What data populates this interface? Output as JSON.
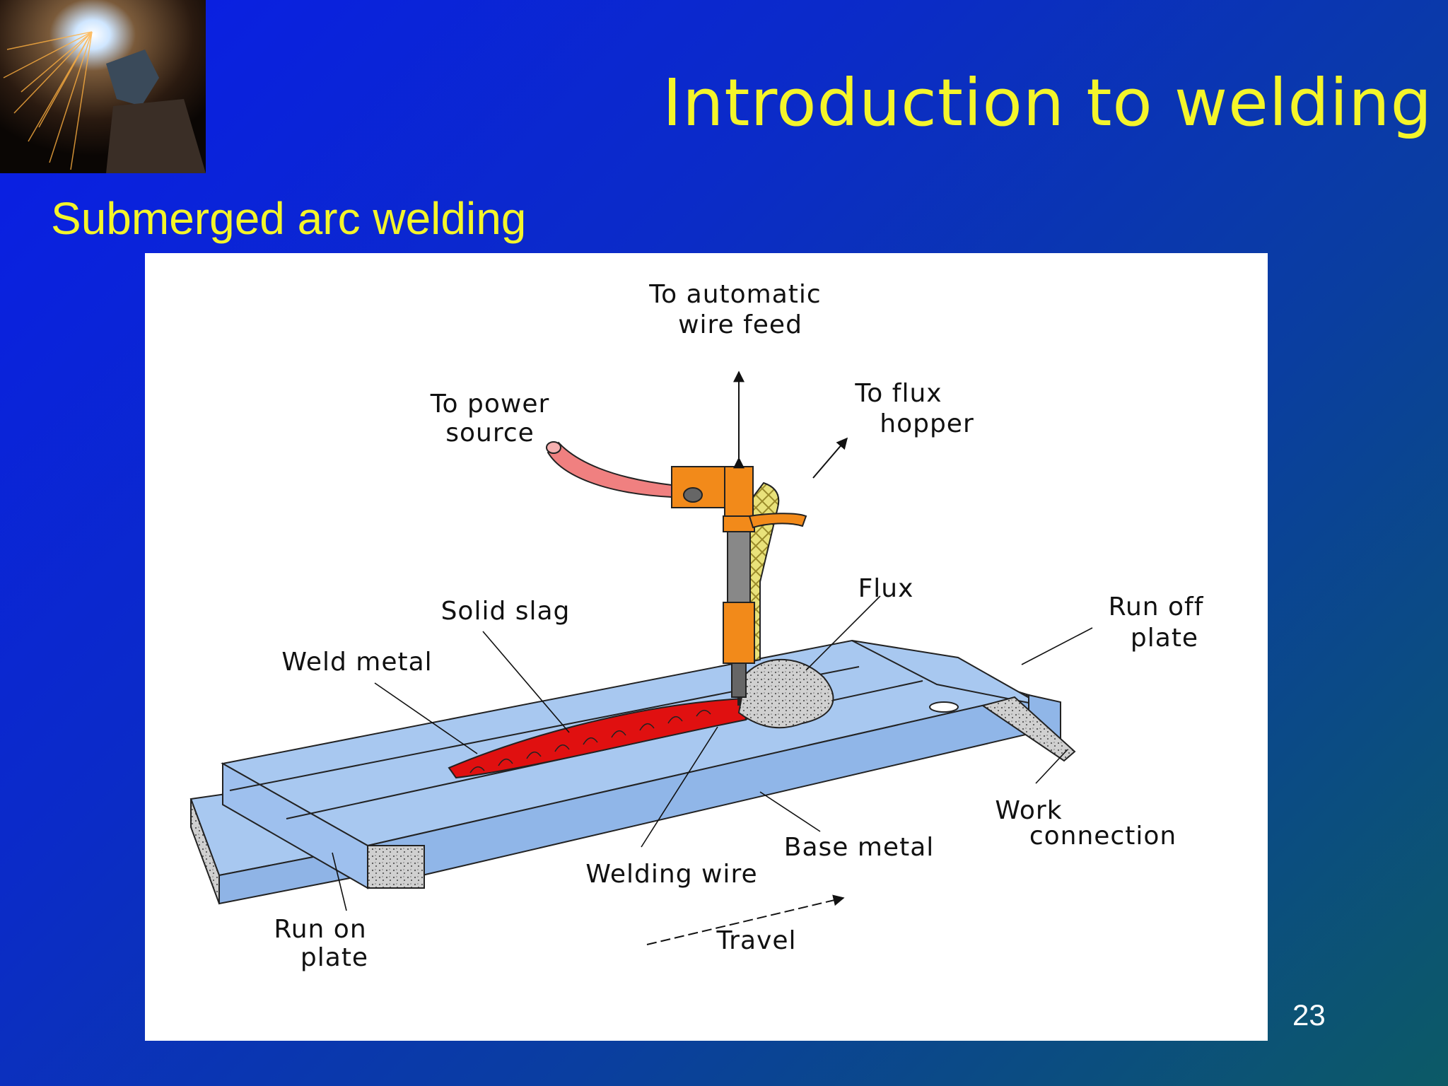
{
  "slide": {
    "title": "Introduction to welding",
    "subtitle": "Submerged arc welding",
    "page_number": "23"
  },
  "diagram": {
    "labels": {
      "wire_feed_1": "To automatic",
      "wire_feed_2": "wire feed",
      "power_1": "To power",
      "power_2": "source",
      "flux_hopper_1": "To flux",
      "flux_hopper_2": "hopper",
      "flux": "Flux",
      "solid_slag": "Solid slag",
      "weld_metal": "Weld metal",
      "run_off_1": "Run off",
      "run_off_2": "plate",
      "work_1": "Work",
      "work_2": "connection",
      "base_metal": "Base metal",
      "welding_wire": "Welding wire",
      "run_on_1": "Run on",
      "run_on_2": "plate",
      "travel": "Travel"
    },
    "colors": {
      "plate": "#a8c8f0",
      "weld": "#e01010",
      "torch": "#f28a1a",
      "flux": "#c8c8c8",
      "hose": "#e8e080",
      "cable": "#f08080"
    }
  }
}
